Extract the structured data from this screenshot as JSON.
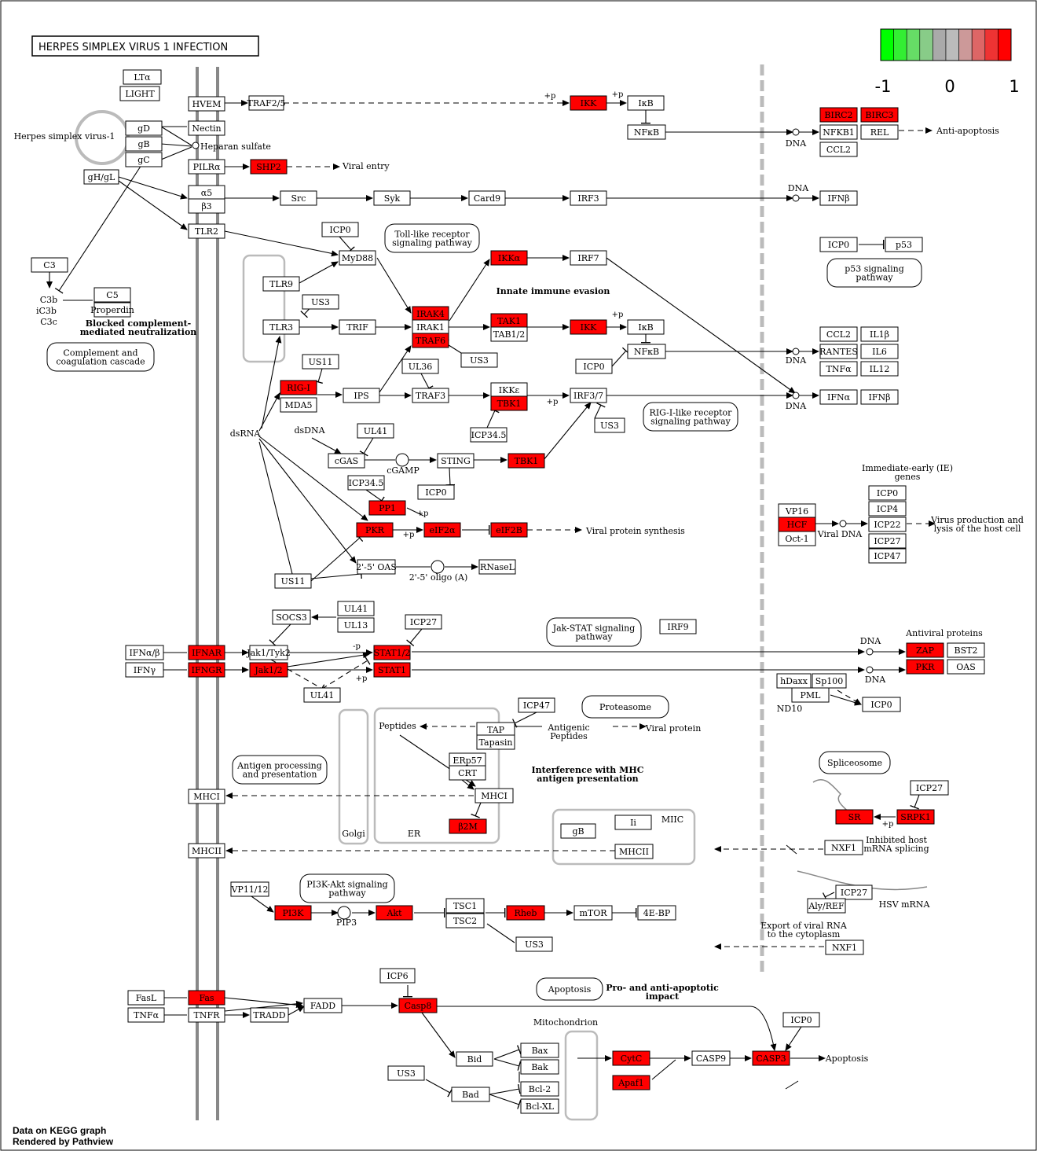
{
  "title": "HERPES SIMPLEX VIRUS 1 INFECTION",
  "legend": {
    "colors": [
      "#00ff00",
      "#33ee33",
      "#66dd66",
      "#88cc88",
      "#aaaaaa",
      "#bbbbbb",
      "#cc9999",
      "#dd6666",
      "#ee3333",
      "#ff0000"
    ],
    "labels": [
      "-1",
      "0",
      "1"
    ]
  },
  "colors": {
    "highlight": "#ff0000",
    "box": "#ffffff",
    "membrane": "#888888",
    "compartment": "#bbbbbb"
  },
  "footer": {
    "line1": "Data on KEGG graph",
    "line2": "Rendered by Pathview"
  },
  "nodes": [
    {
      "t": "LTα"
    },
    {
      "t": "LIGHT"
    },
    {
      "t": "HVEM"
    },
    {
      "t": "TRAF2/5"
    },
    {
      "t": "IKK",
      "r": 1
    },
    {
      "t": "IκB"
    },
    {
      "t": "NFκB"
    },
    {
      "t": "BIRC2",
      "r": 1
    },
    {
      "t": "BIRC3",
      "r": 1
    },
    {
      "t": "NFKB1"
    },
    {
      "t": "REL"
    },
    {
      "t": "CCL2"
    },
    {
      "t": "gD"
    },
    {
      "t": "Nectin"
    },
    {
      "t": "gB"
    },
    {
      "t": "gC"
    },
    {
      "t": "PILRα"
    },
    {
      "t": "SHP2",
      "r": 1
    },
    {
      "t": "gH/gL"
    },
    {
      "t": "α5"
    },
    {
      "t": "β3"
    },
    {
      "t": "Src"
    },
    {
      "t": "Syk"
    },
    {
      "t": "Card9"
    },
    {
      "t": "IRF3"
    },
    {
      "t": "IFNβ"
    },
    {
      "t": "TLR2"
    },
    {
      "t": "ICP0"
    },
    {
      "t": "MyD88"
    },
    {
      "t": "IKKα",
      "r": 1
    },
    {
      "t": "IRF7"
    },
    {
      "t": "ICP0"
    },
    {
      "t": "p53"
    },
    {
      "t": "C3"
    },
    {
      "t": "C5"
    },
    {
      "t": "Properdin"
    },
    {
      "t": "TLR9"
    },
    {
      "t": "US3"
    },
    {
      "t": "TLR3"
    },
    {
      "t": "TRIF"
    },
    {
      "t": "IRAK4",
      "r": 1
    },
    {
      "t": "IRAK1"
    },
    {
      "t": "TRAF6",
      "r": 1
    },
    {
      "t": "TAK1",
      "r": 1
    },
    {
      "t": "TAB1/2"
    },
    {
      "t": "IKK",
      "r": 1
    },
    {
      "t": "IκB"
    },
    {
      "t": "NFκB"
    },
    {
      "t": "US3"
    },
    {
      "t": "ICP0"
    },
    {
      "t": "CCL2"
    },
    {
      "t": "IL1β"
    },
    {
      "t": "RANTES"
    },
    {
      "t": "IL6"
    },
    {
      "t": "TNFα"
    },
    {
      "t": "IL12"
    },
    {
      "t": "US11"
    },
    {
      "t": "UL36"
    },
    {
      "t": "RIG-I",
      "r": 1
    },
    {
      "t": "MDA5"
    },
    {
      "t": "IPS"
    },
    {
      "t": "TRAF3"
    },
    {
      "t": "IKKε"
    },
    {
      "t": "TBK1",
      "r": 1
    },
    {
      "t": "IRF3/7"
    },
    {
      "t": "US3"
    },
    {
      "t": "IFNα"
    },
    {
      "t": "IFNβ"
    },
    {
      "t": "ICP34.5"
    },
    {
      "t": "UL41"
    },
    {
      "t": "cGAS"
    },
    {
      "t": "STING"
    },
    {
      "t": "TBK1",
      "r": 1
    },
    {
      "t": "ICP0"
    },
    {
      "t": "ICP34.5"
    },
    {
      "t": "PP1",
      "r": 1
    },
    {
      "t": "PKR",
      "r": 1
    },
    {
      "t": "eIF2α",
      "r": 1
    },
    {
      "t": "eIF2B",
      "r": 1
    },
    {
      "t": "2'-5' OAS"
    },
    {
      "t": "RNaseL"
    },
    {
      "t": "US11"
    },
    {
      "t": "VP16"
    },
    {
      "t": "HCF",
      "r": 1
    },
    {
      "t": "Oct-1"
    },
    {
      "t": "ICP0"
    },
    {
      "t": "ICP4"
    },
    {
      "t": "ICP22"
    },
    {
      "t": "ICP27"
    },
    {
      "t": "ICP47"
    },
    {
      "t": "SOCS3"
    },
    {
      "t": "UL41"
    },
    {
      "t": "UL13"
    },
    {
      "t": "ICP27"
    },
    {
      "t": "IRF9"
    },
    {
      "t": "IFNα/β"
    },
    {
      "t": "IFNAR",
      "r": 1
    },
    {
      "t": "Jak1/Tyk2"
    },
    {
      "t": "STAT1/2",
      "r": 1
    },
    {
      "t": "ZAP",
      "r": 1
    },
    {
      "t": "BST2"
    },
    {
      "t": "IFNγ"
    },
    {
      "t": "IFNGR",
      "r": 1
    },
    {
      "t": "Jak1/2",
      "r": 1
    },
    {
      "t": "STAT1",
      "r": 1
    },
    {
      "t": "PKR",
      "r": 1
    },
    {
      "t": "OAS"
    },
    {
      "t": "UL41"
    },
    {
      "t": "hDaxx"
    },
    {
      "t": "Sp100"
    },
    {
      "t": "PML"
    },
    {
      "t": "ICP0"
    },
    {
      "t": "ICP47"
    },
    {
      "t": "TAP"
    },
    {
      "t": "Tapasin"
    },
    {
      "t": "ERp57"
    },
    {
      "t": "CRT"
    },
    {
      "t": "MHCI"
    },
    {
      "t": "β2M",
      "r": 1
    },
    {
      "t": "MHCI"
    },
    {
      "t": "MHCII"
    },
    {
      "t": "Ii"
    },
    {
      "t": "gB"
    },
    {
      "t": "MHCII"
    },
    {
      "t": "ICP27"
    },
    {
      "t": "SR",
      "r": 1
    },
    {
      "t": "SRPK1",
      "r": 1
    },
    {
      "t": "NXF1"
    },
    {
      "t": "VP11/12"
    },
    {
      "t": "PI3K",
      "r": 1
    },
    {
      "t": "Akt",
      "r": 1
    },
    {
      "t": "TSC1"
    },
    {
      "t": "TSC2"
    },
    {
      "t": "Rheb",
      "r": 1
    },
    {
      "t": "mTOR"
    },
    {
      "t": "4E-BP"
    },
    {
      "t": "US3"
    },
    {
      "t": "ICP27"
    },
    {
      "t": "Aly/REF"
    },
    {
      "t": "NXF1"
    },
    {
      "t": "ICP6"
    },
    {
      "t": "FasL"
    },
    {
      "t": "Fas",
      "r": 1
    },
    {
      "t": "FADD"
    },
    {
      "t": "Casp8",
      "r": 1
    },
    {
      "t": "TNFα"
    },
    {
      "t": "TNFR"
    },
    {
      "t": "TRADD"
    },
    {
      "t": "ICP0"
    },
    {
      "t": "Bax"
    },
    {
      "t": "Bid"
    },
    {
      "t": "Bak"
    },
    {
      "t": "CytC",
      "r": 1
    },
    {
      "t": "CASP9"
    },
    {
      "t": "CASP3",
      "r": 1
    },
    {
      "t": "Apaf1",
      "r": 1
    },
    {
      "t": "US3"
    },
    {
      "t": "Bad"
    },
    {
      "t": "Bcl-2"
    },
    {
      "t": "Bcl-XL"
    }
  ],
  "maps": [
    {
      "t": "Toll-like receptor\nsignaling pathway"
    },
    {
      "t": "p53 signaling\npathway"
    },
    {
      "t": "Complement and\ncoagulation cascade"
    },
    {
      "t": "RIG-I-like receptor\nsignaling pathway"
    },
    {
      "t": "Jak-STAT signaling\npathway"
    },
    {
      "t": "Proteasome"
    },
    {
      "t": "Antigen processing\nand presentation"
    },
    {
      "t": "Spliceosome"
    },
    {
      "t": "PI3K-Akt signaling\npathway"
    },
    {
      "t": "Apoptosis"
    }
  ],
  "labels": [
    {
      "t": "Herpes simplex virus-1"
    },
    {
      "t": "Heparan sulfate"
    },
    {
      "t": "Viral entry"
    },
    {
      "t": "Anti-apoptosis"
    },
    {
      "t": "DNA"
    },
    {
      "t": "DNA"
    },
    {
      "t": "C3b"
    },
    {
      "t": "iC3b"
    },
    {
      "t": "C3c"
    },
    {
      "t": "Blocked complement-\nmediated neutralization",
      "b": 1
    },
    {
      "t": "Innate immune evasion",
      "b": 1
    },
    {
      "t": "DNA"
    },
    {
      "t": "DNA"
    },
    {
      "t": "dsRNA"
    },
    {
      "t": "dsDNA"
    },
    {
      "t": "cGAMP"
    },
    {
      "t": "Immediate-early (IE)\ngenes"
    },
    {
      "t": "Viral DNA"
    },
    {
      "t": "Virus production and\nlysis of the host cell"
    },
    {
      "t": "Viral protein synthesis"
    },
    {
      "t": "2'-5' oligo (A)"
    },
    {
      "t": "Antiviral proteins"
    },
    {
      "t": "DNA"
    },
    {
      "t": "DNA"
    },
    {
      "t": "ND10"
    },
    {
      "t": "Peptides"
    },
    {
      "t": "Antigenic\nPeptides"
    },
    {
      "t": "Viral protein"
    },
    {
      "t": "Interference with MHC\nantigen presentation",
      "b": 1
    },
    {
      "t": "Golgi"
    },
    {
      "t": "ER"
    },
    {
      "t": "MIIC"
    },
    {
      "t": "Inhibited host\nmRNA splicing"
    },
    {
      "t": "PIP3"
    },
    {
      "t": "HSV mRNA"
    },
    {
      "t": "Export of viral RNA\nto the cytoplasm"
    },
    {
      "t": "Pro- and anti-apoptotic\nimpact",
      "b": 1
    },
    {
      "t": "Mitochondrion"
    },
    {
      "t": "Apoptosis"
    },
    {
      "t": "+p"
    },
    {
      "t": "+p"
    },
    {
      "t": "+p"
    },
    {
      "t": "+p"
    },
    {
      "t": "+p"
    },
    {
      "t": "+p"
    },
    {
      "t": "-p"
    },
    {
      "t": "+p"
    },
    {
      "t": "+p"
    },
    {
      "t": "+p"
    }
  ]
}
